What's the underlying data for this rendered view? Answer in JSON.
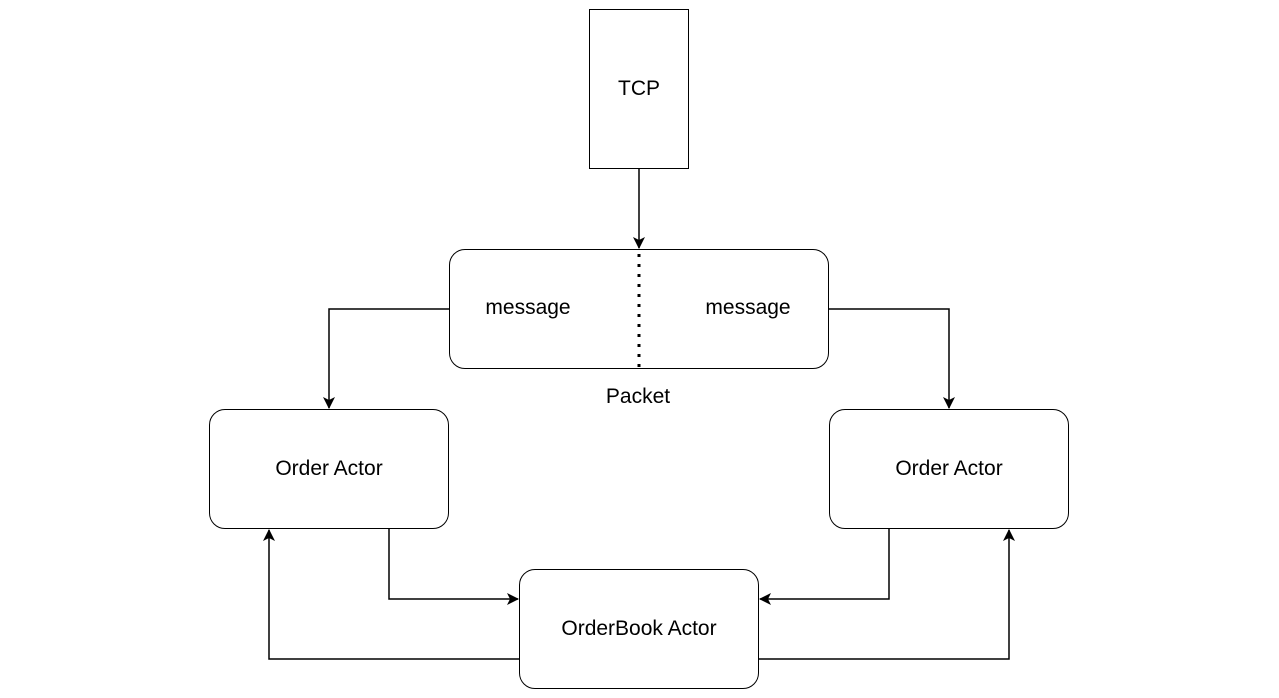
{
  "diagram": {
    "nodes": {
      "tcp": "TCP",
      "packet_message_left": "message",
      "packet_message_right": "message",
      "packet_caption": "Packet",
      "order_actor_left": "Order Actor",
      "order_actor_right": "Order Actor",
      "orderbook_actor": "OrderBook Actor"
    },
    "colors": {
      "stroke": "#000000",
      "fill": "#ffffff",
      "text": "#000000"
    }
  }
}
